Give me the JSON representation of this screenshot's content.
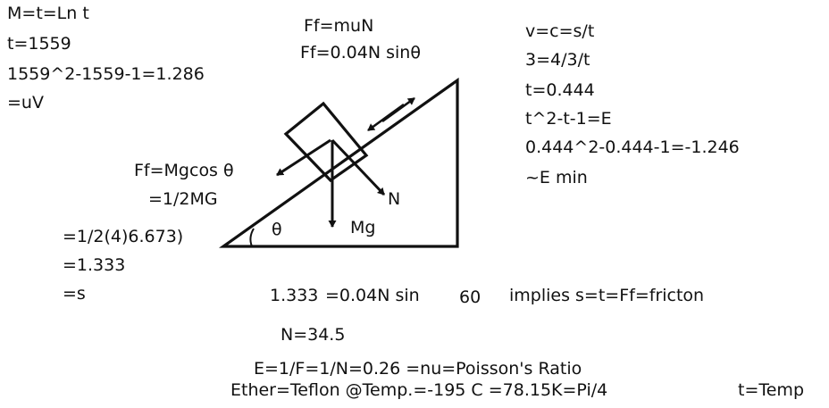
{
  "left_notes": {
    "line1": "M=t=Ln t",
    "line2": "t=1559",
    "line3": "1559^2-1559-1=1.286",
    "line4": "=uV"
  },
  "friction_top": {
    "line1": "Ff=muN",
    "line2": "Ff=0.04N sinθ"
  },
  "right_notes": {
    "line1": "v=c=s/t",
    "line2": "3=4/3/t",
    "line3": "t=0.444",
    "line4": "t^2-t-1=E",
    "line5": "0.444^2-0.444-1=-1.246",
    "line6": "~E min"
  },
  "incline_labels": {
    "ff_cos": "Ff=Mgcos θ",
    "half_mg": "=1/2MG",
    "normal": "N",
    "theta": "θ",
    "weight": "Mg"
  },
  "lower_left": {
    "line1": "=1/2(4)6.673)",
    "line2": "=1.333",
    "line3": "=s"
  },
  "equation_row": {
    "lhs": "1.333",
    "mid": "=0.04N sin",
    "angle": "60",
    "implies": "implies s=t=Ff=fricton"
  },
  "result_n": "N=34.5",
  "bottom": {
    "line1": "E=1/F=1/N=0.26 =nu=Poisson's Ratio",
    "line2": "Ether=Teflon @Temp.=-195 C =78.15K=Pi/4",
    "line3": "t=Temp"
  },
  "colors": {
    "ink": "#111111",
    "background": "#ffffff"
  }
}
